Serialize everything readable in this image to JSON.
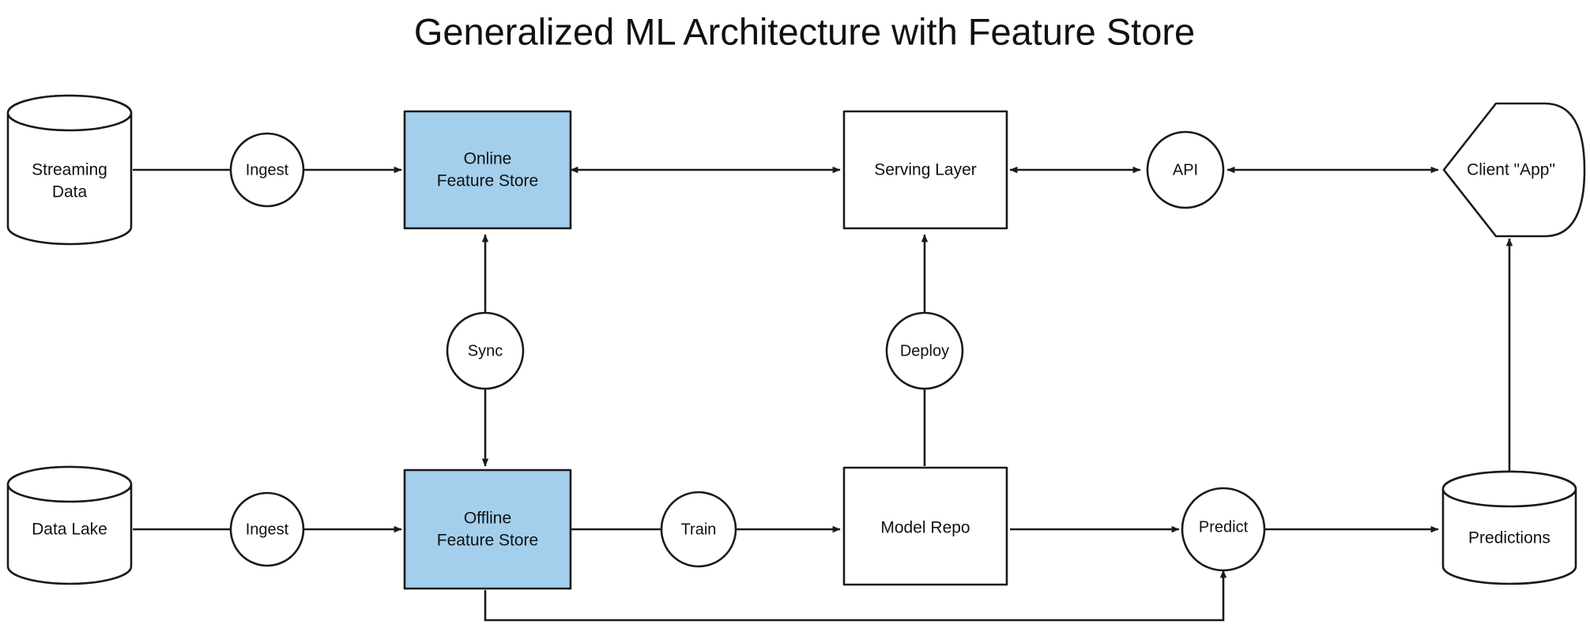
{
  "diagram": {
    "title": "Generalized ML Architecture with Feature Store",
    "accent_color": "#a3cfec",
    "stroke_color": "#1a1a1a",
    "background_color": "#ffffff",
    "nodes": {
      "streaming_data": {
        "label_line1": "Streaming",
        "label_line2": "Data",
        "shape": "cylinder"
      },
      "ingest_top": {
        "label": "Ingest",
        "shape": "circle"
      },
      "online_feature_store": {
        "label_line1": "Online",
        "label_line2": "Feature Store",
        "shape": "rectangle",
        "fill": "#a3cfec"
      },
      "serving_layer": {
        "label": "Serving Layer",
        "shape": "rectangle"
      },
      "api": {
        "label": "API",
        "shape": "circle"
      },
      "client_app": {
        "label": "Client \"App\"",
        "shape": "display"
      },
      "sync": {
        "label": "Sync",
        "shape": "circle"
      },
      "deploy": {
        "label": "Deploy",
        "shape": "circle"
      },
      "data_lake": {
        "label": "Data Lake",
        "shape": "cylinder"
      },
      "ingest_bottom": {
        "label": "Ingest",
        "shape": "circle"
      },
      "offline_feature_store": {
        "label_line1": "Offline",
        "label_line2": "Feature Store",
        "shape": "rectangle",
        "fill": "#a3cfec"
      },
      "train": {
        "label": "Train",
        "shape": "circle"
      },
      "model_repo": {
        "label": "Model Repo",
        "shape": "rectangle"
      },
      "predict": {
        "label": "Predict",
        "shape": "circle"
      },
      "predictions": {
        "label": "Predictions",
        "shape": "cylinder"
      }
    },
    "edges": [
      {
        "from": "streaming_data",
        "to": "ingest_top",
        "arrow": "none"
      },
      {
        "from": "ingest_top",
        "to": "online_feature_store",
        "arrow": "end"
      },
      {
        "from": "online_feature_store",
        "to": "serving_layer",
        "arrow": "both"
      },
      {
        "from": "serving_layer",
        "to": "api",
        "arrow": "both"
      },
      {
        "from": "api",
        "to": "client_app",
        "arrow": "both"
      },
      {
        "from": "online_feature_store",
        "to": "offline_feature_store",
        "arrow": "both",
        "via": "sync"
      },
      {
        "from": "model_repo",
        "to": "serving_layer",
        "arrow": "end",
        "via": "deploy"
      },
      {
        "from": "data_lake",
        "to": "ingest_bottom",
        "arrow": "none"
      },
      {
        "from": "ingest_bottom",
        "to": "offline_feature_store",
        "arrow": "end"
      },
      {
        "from": "offline_feature_store",
        "to": "train",
        "arrow": "none"
      },
      {
        "from": "train",
        "to": "model_repo",
        "arrow": "end"
      },
      {
        "from": "model_repo",
        "to": "predict",
        "arrow": "end"
      },
      {
        "from": "predict",
        "to": "predictions",
        "arrow": "end"
      },
      {
        "from": "predictions",
        "to": "client_app",
        "arrow": "end"
      },
      {
        "from": "offline_feature_store",
        "to": "predict",
        "arrow": "end",
        "route": "bottom-feedback"
      }
    ]
  }
}
